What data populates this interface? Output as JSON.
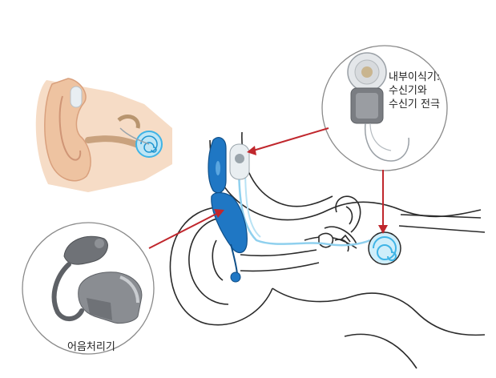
{
  "labels": {
    "implant": [
      "내부이식기:",
      "수신기와",
      "수신기 전극"
    ],
    "processor": "어음처리기"
  },
  "colors": {
    "callout_arrow": "#c0272d",
    "implant_blue": "#1f77c4",
    "outline": "#2b2b2b",
    "skin": "#f0c9a8",
    "cochlea_blue": "#3fb4e6",
    "device_gray": "#6b6e73"
  },
  "icons": [
    "ear-anatomy-illustration",
    "ear-outline-diagram",
    "cochlear-implant-receiver",
    "sound-processor",
    "cochlea"
  ]
}
